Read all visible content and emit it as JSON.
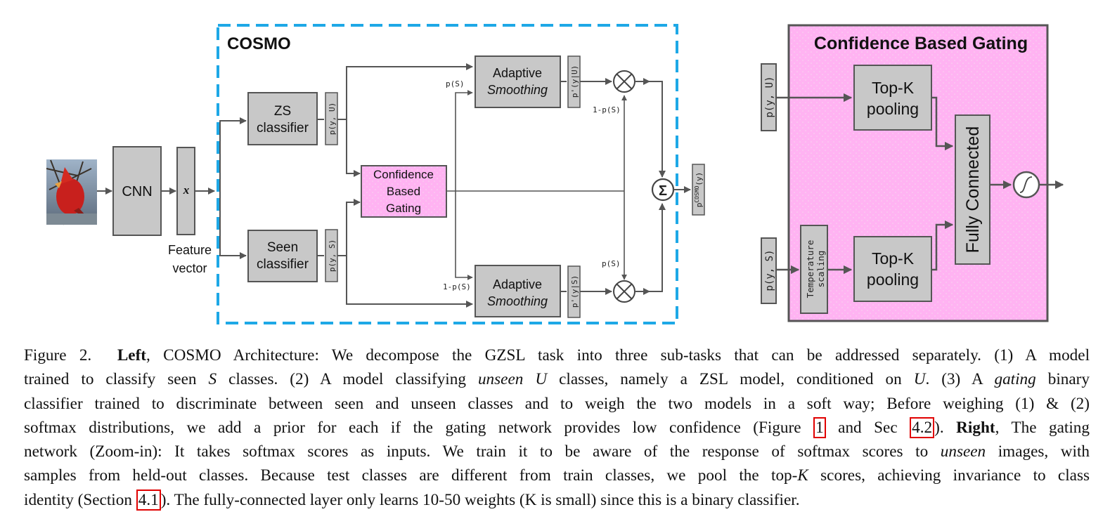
{
  "left_panel": {
    "title": "COSMO",
    "cnn": "CNN",
    "x_symbol": "x",
    "feature_label_1": "Feature",
    "feature_label_2": "vector",
    "zs_classifier": [
      "ZS",
      "classifier"
    ],
    "seen_classifier": [
      "Seen",
      "classifier"
    ],
    "p_y_u": "p(y, U)",
    "p_y_s": "p(y, S)",
    "gating": [
      "Confidence",
      "Based",
      "Gating"
    ],
    "adaptive": "Adaptive",
    "smoothing": "Smoothing",
    "p_prime_u": "p'(y|U)",
    "p_prime_s": "p'(y|S)",
    "p_s": "p(S)",
    "one_minus_p_s": "1-p(S)",
    "times": "⊗",
    "sigma": "Σ",
    "output": "p",
    "output_sup": "COSMO",
    "output_tail": "(y)"
  },
  "right_panel": {
    "title": "Confidence Based Gating",
    "p_y_u": "p(y, U)",
    "p_y_s": "p(y, S)",
    "topk": [
      "Top-K",
      "pooling"
    ],
    "temperature": [
      "Temperature",
      "scaling"
    ],
    "fc": "Fully Connected"
  },
  "caption": {
    "fig": "Figure 2.",
    "left": "Left",
    "t1": ", COSMO Architecture: We decompose the GZSL task into three sub-tasks that can be addressed separately. (1) A model",
    "t2a": "trained to classify seen ",
    "S": "S",
    "t2b": " classes. (2) A model classifying ",
    "unseen": "unseen",
    "U": "U",
    "t2c": " classes, namely a ZSL model, conditioned on ",
    "t2d": ". (3) A ",
    "gating": "gating",
    "t2e": " binary",
    "t3": "classifier trained to discriminate between seen and unseen classes and to weigh the two models in a soft way; Before weighing (1) & (2)",
    "t4a": "softmax distributions, we add a prior for each if the gating network provides low confidence (Figure ",
    "ref1": "1",
    "t4b": " and Sec ",
    "ref42": "4.2",
    "t4c": "). ",
    "right": "Right",
    "t4d": ", The gating",
    "t5a": "network (Zoom-in): It takes softmax scores as inputs. We train it to be aware of the response of softmax scores to ",
    "t5b": " images, with",
    "t6a": "samples from held-out classes. Because test classes are different from train classes, we pool the top-",
    "K": "K",
    "t6b": " scores, achieving invariance to class",
    "t7a": "identity (Section ",
    "ref41": "4.1",
    "t7b": "). The fully-connected layer only learns 10-50 weights (K is small) since this is a binary classifier."
  },
  "colors": {
    "box_fill": "#c8c8c8",
    "box_stroke": "#555555",
    "pink": "#ffb3f2",
    "cosmo_border": "#1ea8e6",
    "ref_red": "#e00000"
  },
  "icons": [
    "bird-photo",
    "multiply-icon",
    "sum-icon",
    "sigmoid-icon"
  ]
}
